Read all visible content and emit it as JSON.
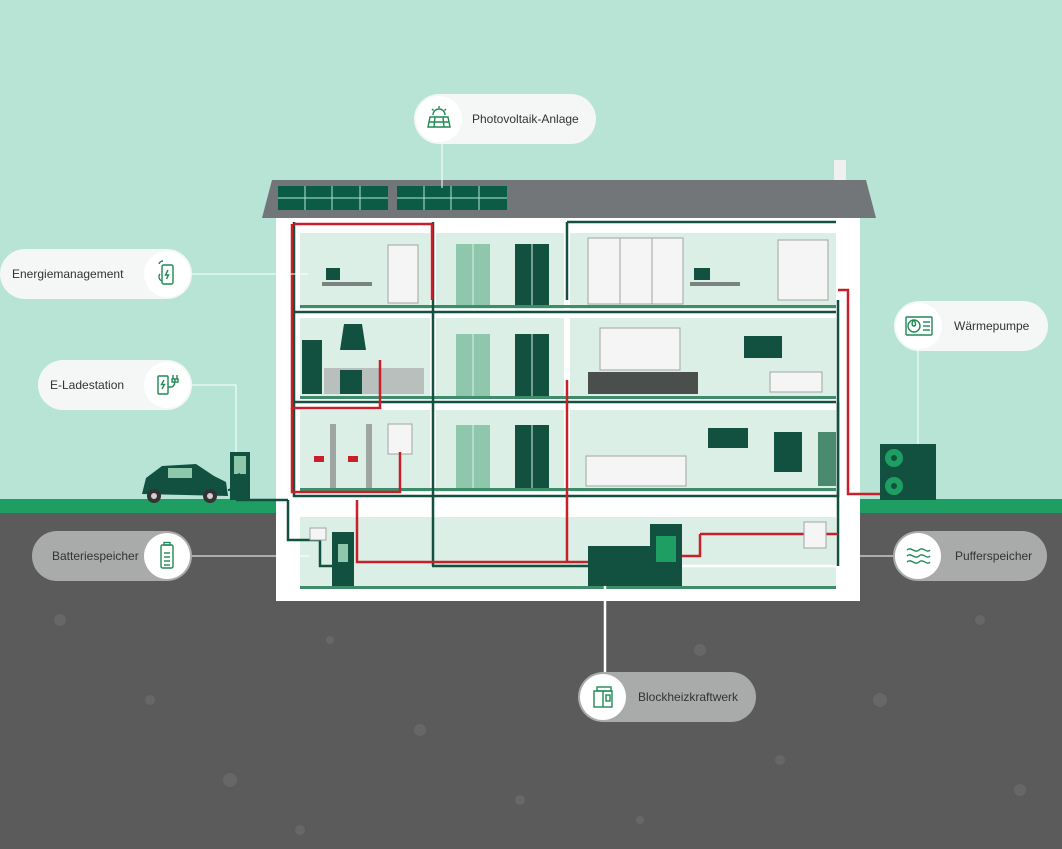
{
  "labels": {
    "photovoltaik": "Photovoltaik-Anlage",
    "energiemanagement": "Energiemanagement",
    "ladestation": "E-Ladestation",
    "waermepumpe": "Wärmepumpe",
    "batteriespeicher": "Batteriespeicher",
    "pufferspeicher": "Pufferspeicher",
    "blockheizkraftwerk": "Blockheizkraftwerk"
  },
  "colors": {
    "sky": "#b7e4d4",
    "ground": "#5b5b5b",
    "grass": "#1f9e63",
    "roof": "#737678",
    "panel": "#0b5c45",
    "roomBg": "#dcefe6",
    "dark_green": "#12513f",
    "accent_green": "#1f9e63",
    "power_line": "#c8202a",
    "icon_green": "#1f8a56"
  },
  "icons": [
    "solar-panel-icon",
    "smartphone-energy-icon",
    "charging-plug-icon",
    "heat-pump-fan-icon",
    "battery-icon",
    "heat-waves-icon",
    "chp-unit-icon"
  ]
}
